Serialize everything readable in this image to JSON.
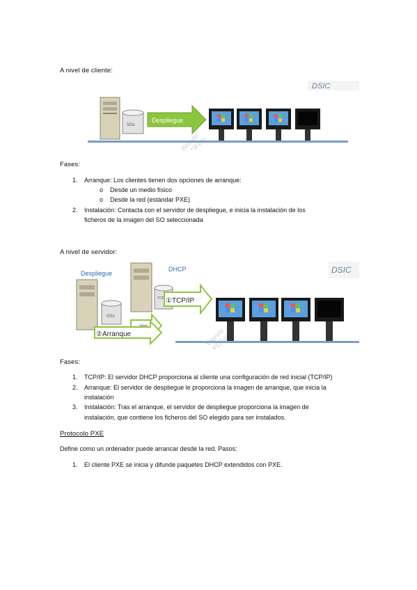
{
  "client": {
    "heading": "A nivel de cliente:",
    "figure": {
      "logo_text": "DSIC",
      "disk_label": "SOs",
      "arrow_label": "Despliegue",
      "watermark": "Wonde\nPDFele"
    },
    "phases_label": "Fases:",
    "items": [
      {
        "num": "1.",
        "text": "Arranque: Los clientes tienen dos opciones de arranque:"
      },
      {
        "num": "2.",
        "text": "Instalación: Contacta con el servidor de despliegue, e inicia la instalación de los",
        "cont": "ficheros de la imagen del SO seleccionada"
      }
    ],
    "subitems": [
      {
        "bullet": "o",
        "text": "Desde un medio físico"
      },
      {
        "bullet": "o",
        "text": "Desde la red (estándar PXE)"
      }
    ]
  },
  "server": {
    "heading": "A nivel de servidor:",
    "figure": {
      "logo_text": "DSIC",
      "deploy_label": "Despliegue",
      "dhcp_label": "DHCP",
      "disk_left": "OSs",
      "disk_right": "TCP/IP",
      "arrow1": "①TCP/IP",
      "arrow2": "②Arranque",
      "arrow3_partial": "ión"
    },
    "phases_label": "Fases:",
    "items": [
      {
        "num": "1.",
        "text": "TCP/IP: El servidor DHCP proporciona al cliente una configuración de red inicial (TCP/IP)"
      },
      {
        "num": "2.",
        "text": "Arranque: El servidor de despliegue le proporciona la imagen de arranque, que inicia la",
        "cont": "instalación"
      },
      {
        "num": "3.",
        "text": "Instalación: Tras el arranque, el servidor de despliegue proporciona la imagen de",
        "cont": "instalación, que contiene los ficheros del SO elegido para ser instalados."
      }
    ]
  },
  "pxe": {
    "title": "Protocolo PXE",
    "intro": "Define como un ordenador puede arrancar desde la red. Pasos:",
    "items": [
      {
        "num": "1.",
        "text": "El cliente PXE se inicia y difunde paquetes DHCP extendidos con PXE."
      }
    ]
  },
  "colors": {
    "arrow_green": "#8cc63e",
    "network_line": "#7a9cc6",
    "server_beige": "#d8d2b8",
    "monitor_dark": "#1a1a1a",
    "sky_blue": "#5aa0dc"
  }
}
